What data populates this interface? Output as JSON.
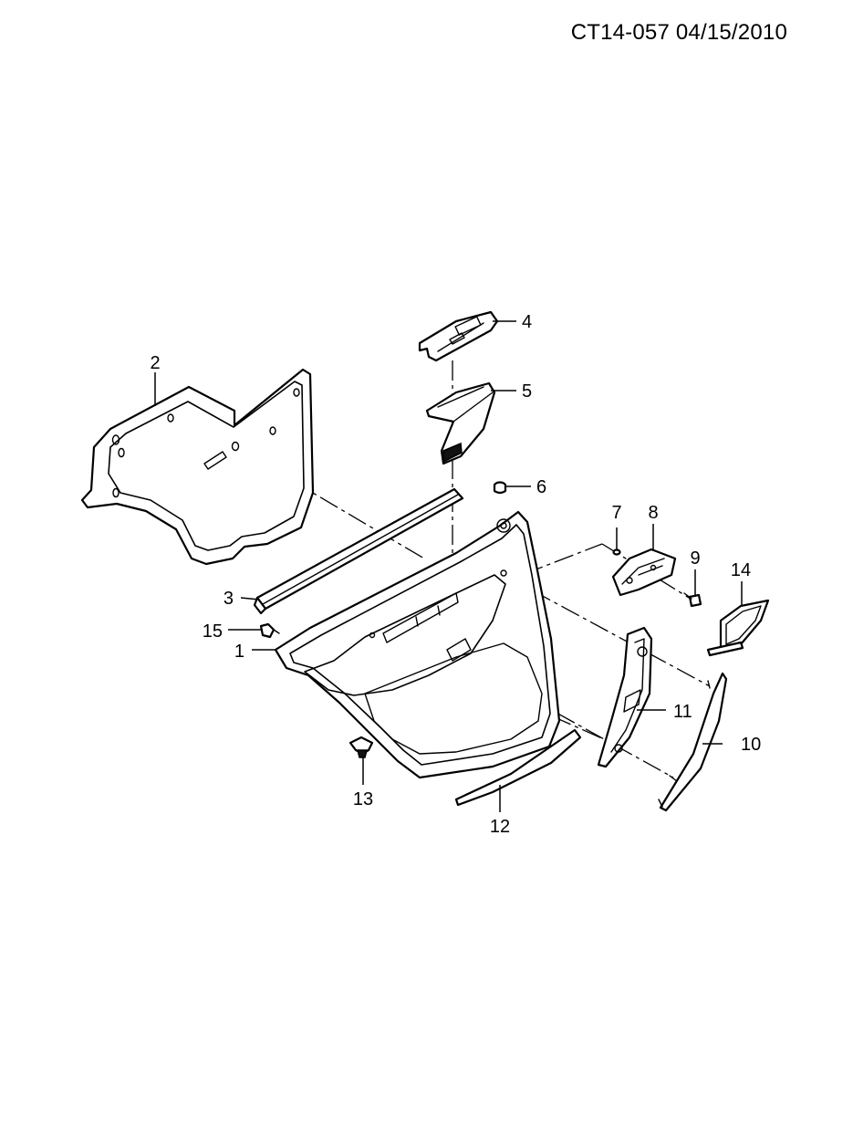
{
  "header": {
    "reference": "CT14-057  04/15/2010"
  },
  "callouts": {
    "c1": "1",
    "c2": "2",
    "c3": "3",
    "c4": "4",
    "c5": "5",
    "c6": "6",
    "c7": "7",
    "c8": "8",
    "c9": "9",
    "c10": "10",
    "c11": "11",
    "c12": "12",
    "c13": "13",
    "c14": "14",
    "c15": "15"
  }
}
